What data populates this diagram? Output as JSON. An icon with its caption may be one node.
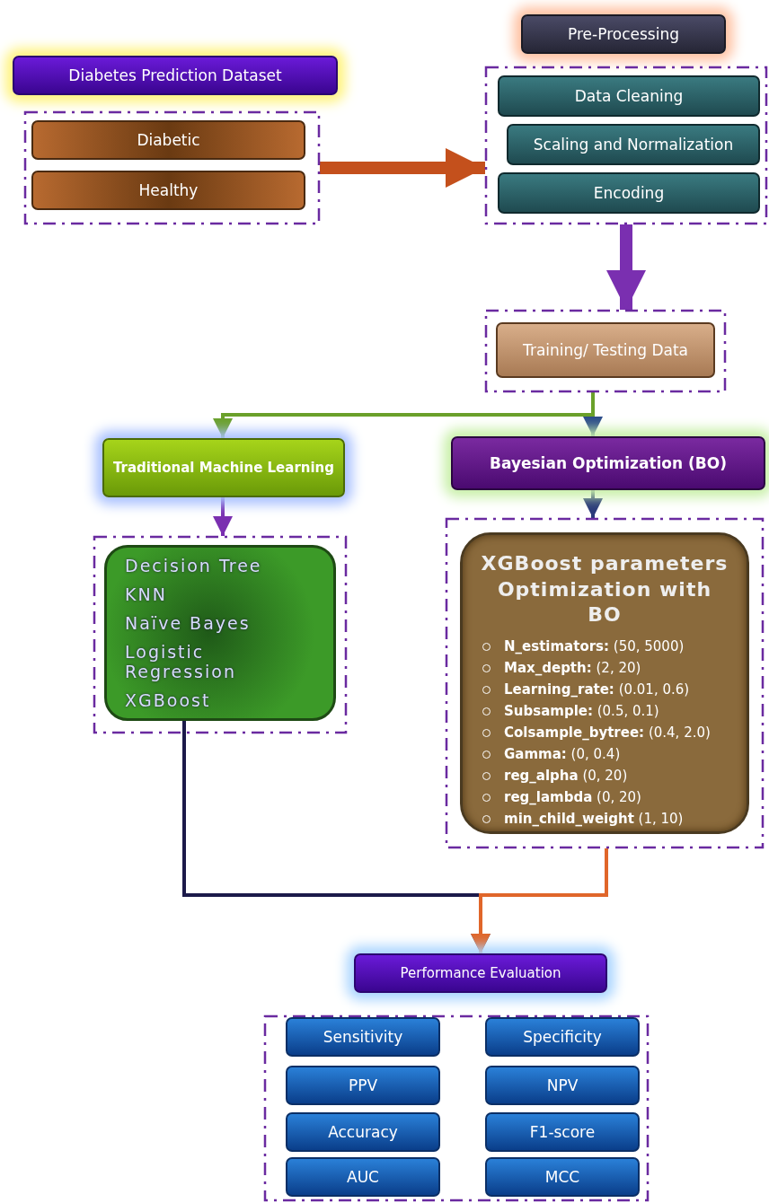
{
  "diagram": {
    "nodes": [
      {
        "text": [
          "Diabetes Prediction Dataset"
        ]
      },
      {
        "text": [],
        "shape": "box"
      },
      {
        "text": [
          "Diabetic"
        ],
        "in": 1
      },
      {
        "text": [
          "Healthy"
        ],
        "in": 1
      },
      {
        "text": [
          "Pre-Processing"
        ]
      },
      {
        "text": [],
        "shape": "box"
      },
      {
        "text": [
          "Data Cleaning"
        ],
        "in": 5
      },
      {
        "text": [
          "Scaling and Normalization"
        ],
        "in": 5
      },
      {
        "text": [
          "Encoding"
        ],
        "in": 5
      },
      {
        "text": [],
        "shape": "box"
      },
      {
        "text": [
          "Training/ Testing Data"
        ],
        "in": 9
      },
      {
        "text": [
          "Traditional Machine Learning"
        ]
      },
      {
        "text": [
          "Bayesian Optimization (BO)"
        ]
      },
      {
        "text": [],
        "shape": "box"
      },
      {
        "text": [
          "Decision Tree",
          "KNN",
          "Naïve Bayes",
          "Logistic Regression",
          "XGBoost"
        ],
        "in": 13
      },
      {
        "text": [],
        "shape": "box"
      },
      {
        "text": [
          "XGBoost parameters Optimization with BO",
          "**N_estimators:** (50, 5000)",
          "**Max_depth:** (2, 20)",
          "**Learning_rate:** (0.01, 0.6)",
          "**Subsample:** (0.5, 0.1)",
          "**Colsample_bytree:** (0.4, 2.0)",
          "**Gamma:** (0, 0.4)",
          "**reg_alpha** (0, 20)",
          "**reg_lambda** (0, 20)",
          "**min_child_weight** (1, 10)"
        ],
        "in": 15
      },
      {
        "text": [
          "Performance Evaluation"
        ]
      },
      {
        "text": [],
        "shape": "box"
      },
      {
        "text": [
          "Sensitivity"
        ],
        "in": 18
      },
      {
        "text": [
          "Specificity"
        ],
        "in": 18
      },
      {
        "text": [
          "PPV"
        ],
        "in": 18
      },
      {
        "text": [
          "NPV"
        ],
        "in": 18
      },
      {
        "text": [
          "Accuracy"
        ],
        "in": 18
      },
      {
        "text": [
          "F1-score"
        ],
        "in": 18
      },
      {
        "text": [
          "AUC"
        ],
        "in": 18
      },
      {
        "text": [
          "MCC"
        ],
        "in": 18
      }
    ],
    "edges": [
      {
        "from": 1,
        "to": 5,
        "arrow": "to",
        "style": "thick",
        "color": "#c4501c"
      },
      {
        "from": 5,
        "to": 9,
        "arrow": "to",
        "style": "thick"
      },
      {
        "from": 9,
        "to": 12,
        "arrow": "to",
        "color": "#2a4a8a"
      },
      {
        "from": 9,
        "to": 11,
        "arrow": "to",
        "color": "#6aa02a"
      },
      {
        "from": 11,
        "to": 13,
        "arrow": "to"
      },
      {
        "from": 12,
        "to": 15,
        "arrow": "to",
        "color": "#2a3a7a"
      },
      {
        "from": 14,
        "to": 17,
        "arrow": "to",
        "color": "#1c1a4a"
      },
      {
        "from": 15,
        "to": 17,
        "arrow": "to",
        "color": "#e0662a"
      }
    ]
  }
}
